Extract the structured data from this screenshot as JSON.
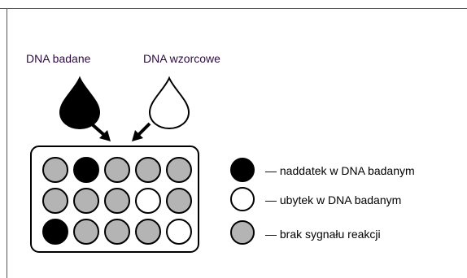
{
  "labels": {
    "sample_dna": "DNA badane",
    "reference_dna": "DNA wzorcowe"
  },
  "legend": [
    {
      "text": "— naddatek w DNA badanym",
      "state": "gain",
      "color": "#000000"
    },
    {
      "text": "— ubytek w DNA badanym",
      "state": "loss",
      "color": "#ffffff"
    },
    {
      "text": "— brak sygnału reakcji",
      "state": "none",
      "color": "#b4b4b4"
    }
  ],
  "plate": {
    "rows": [
      [
        "none",
        "gain",
        "none",
        "none",
        "none"
      ],
      [
        "none",
        "none",
        "none",
        "loss",
        "none"
      ],
      [
        "gain",
        "none",
        "none",
        "none",
        "loss"
      ]
    ]
  },
  "colors": {
    "gain": "#000000",
    "loss": "#ffffff",
    "none": "#b4b4b4",
    "stroke": "#000000"
  }
}
